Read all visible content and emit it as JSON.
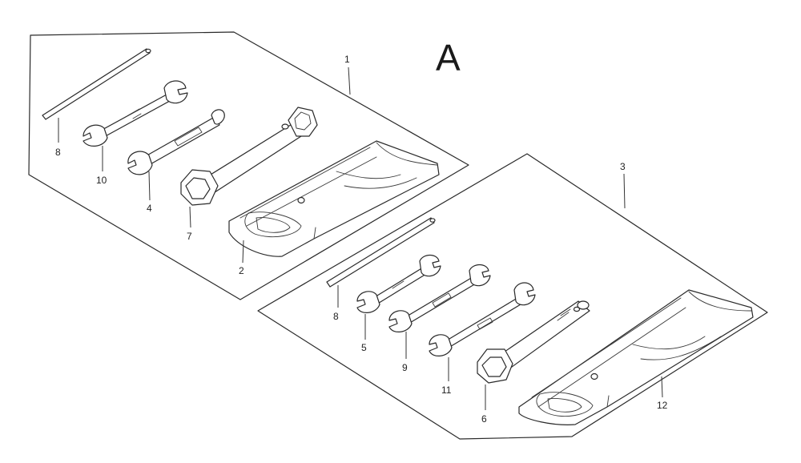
{
  "diagram": {
    "view_label": "A",
    "kits": [
      {
        "id": "kit-1",
        "callout": "1",
        "parts": [
          {
            "callout": "8",
            "item": "rod"
          },
          {
            "callout": "10",
            "item": "wrench"
          },
          {
            "callout": "4",
            "item": "wrench"
          },
          {
            "callout": "7",
            "item": "box-wrench"
          },
          {
            "callout": "2",
            "item": "tool-bag"
          }
        ]
      },
      {
        "id": "kit-3",
        "callout": "3",
        "parts": [
          {
            "callout": "8",
            "item": "rod"
          },
          {
            "callout": "5",
            "item": "wrench"
          },
          {
            "callout": "9",
            "item": "wrench"
          },
          {
            "callout": "11",
            "item": "wrench"
          },
          {
            "callout": "6",
            "item": "box-wrench"
          },
          {
            "callout": "12",
            "item": "tool-bag"
          }
        ]
      }
    ]
  }
}
